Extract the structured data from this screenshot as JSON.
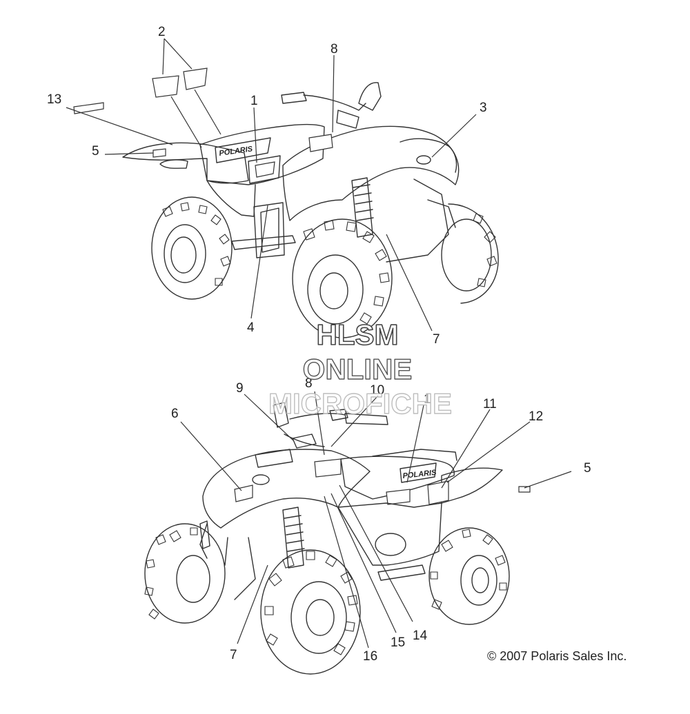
{
  "colors": {
    "line": "#333333",
    "text": "#222222",
    "watermark_stroke": "#444444",
    "watermark_faint": "#bdbdbd"
  },
  "callouts_top": [
    "2",
    "8",
    "13",
    "1",
    "3",
    "5",
    "4",
    "7"
  ],
  "callouts_bottom": [
    "8",
    "10",
    "9",
    "1",
    "6",
    "11",
    "12",
    "5",
    "7",
    "16",
    "15",
    "14"
  ],
  "brand_decal": "POLARIS",
  "watermark": {
    "line1": "HLSM",
    "line2": "ONLINE",
    "line3": "MICROFICHE"
  },
  "copyright": "© 2007 Polaris Sales Inc."
}
